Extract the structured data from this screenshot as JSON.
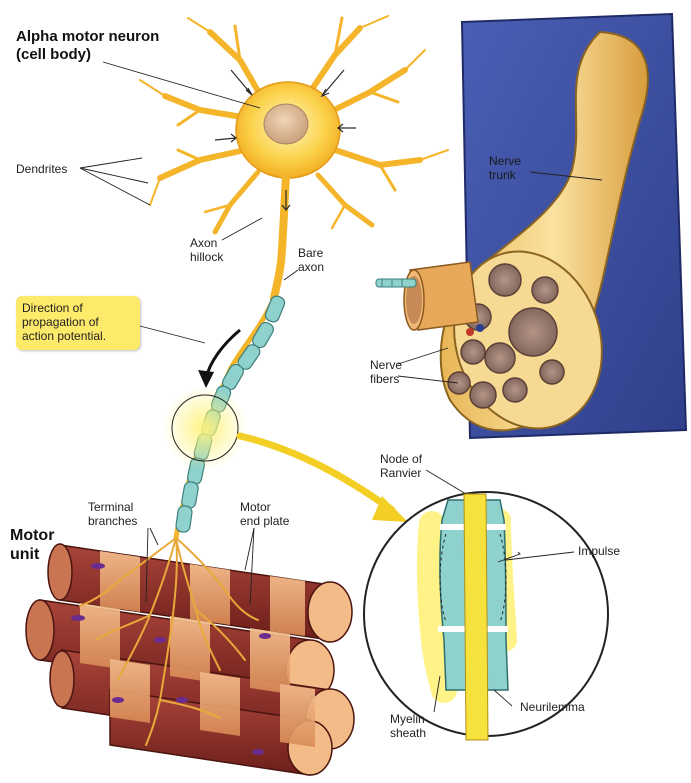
{
  "labels": {
    "alpha_motor_neuron": "Alpha motor neuron",
    "cell_body": "(cell body)",
    "dendrites": "Dendrites",
    "axon_hillock": [
      "Axon",
      "hillock"
    ],
    "bare_axon": [
      "Bare",
      "axon"
    ],
    "direction": [
      "Direction of",
      "propagation of",
      "action potential."
    ],
    "nerve_trunk": [
      "Nerve",
      "trunk"
    ],
    "nerve_fibers": [
      "Nerve",
      "fibers"
    ],
    "node_of_ranvier": [
      "Node of",
      "Ranvier"
    ],
    "impulse": "Impulse",
    "terminal_branches": [
      "Terminal",
      "branches"
    ],
    "motor_end_plate": [
      "Motor",
      "end plate"
    ],
    "motor_unit": [
      "Motor",
      "unit"
    ],
    "neurilemma": "Neurilemma",
    "myelin_sheath": [
      "Myelin",
      "sheath"
    ]
  },
  "colors": {
    "neuron": "#f7c531",
    "neuron_light": "#fde98a",
    "myelin": "#8fd1cd",
    "nerve_trunk": "#f0c970",
    "background_panel": "#3b4fa0",
    "muscle_dark": "#8a2b23",
    "muscle_light": "#efaf78",
    "callout": "#fde96a"
  }
}
